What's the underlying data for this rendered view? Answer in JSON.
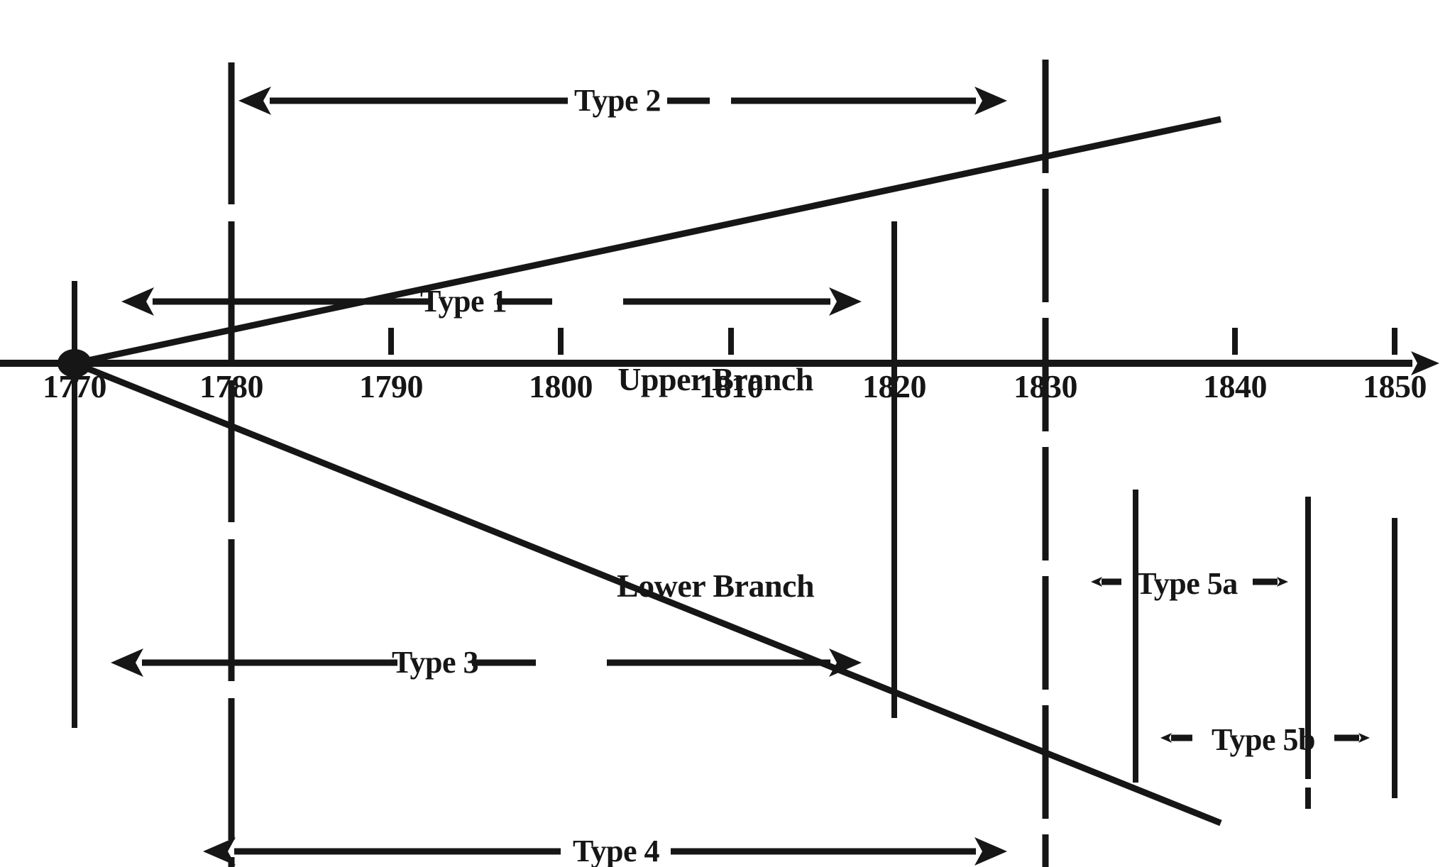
{
  "figure": {
    "kind": "timeline-branch-diagram",
    "background_color": "#ffffff",
    "ink_color": "#161616"
  },
  "axis": {
    "name": "year-axis",
    "orientation": "horizontal",
    "has_arrowhead_right": true,
    "origin_year": 1770,
    "ticks": [
      {
        "label": "1770",
        "year": 1770
      },
      {
        "label": "1780",
        "year": 1780
      },
      {
        "label": "1790",
        "year": 1790
      },
      {
        "label": "1800",
        "year": 1800
      },
      {
        "label": "1810",
        "year": 1810
      },
      {
        "label": "1820",
        "year": 1820
      },
      {
        "label": "1830",
        "year": 1830
      },
      {
        "label": "1840",
        "year": 1840
      },
      {
        "label": "1850",
        "year": 1850
      }
    ]
  },
  "branches": [
    {
      "id": "upper",
      "label": "Upper Branch",
      "direction": "ascending",
      "start_year": 1770,
      "end_year": 1837
    },
    {
      "id": "lower",
      "label": "Lower Branch",
      "direction": "descending",
      "start_year": 1770,
      "end_year": 1837
    }
  ],
  "spans": [
    {
      "id": "type-2",
      "label": "Type 2",
      "arrow_style": "double",
      "start_year": 1780,
      "end_year": 1829,
      "region": "above-upper-branch"
    },
    {
      "id": "type-1",
      "label": "Type 1",
      "arrow_style": "double",
      "start_year": 1772,
      "end_year": 1818,
      "region": "upper-branch"
    },
    {
      "id": "type-3",
      "label": "Type 3",
      "arrow_style": "double",
      "start_year": 1771,
      "end_year": 1818,
      "region": "lower-branch"
    },
    {
      "id": "type-4",
      "label": "Type 4",
      "arrow_style": "double",
      "start_year": 1779,
      "end_year": 1830,
      "region": "below-lower-branch"
    },
    {
      "id": "type-5a",
      "label": "Type 5a",
      "arrow_style": "double",
      "start_year": 1832,
      "end_year": 1846,
      "region": "lower-right"
    },
    {
      "id": "type-5b",
      "label": "Type 5b",
      "arrow_style": "double",
      "start_year": 1836,
      "end_year": 1852,
      "region": "lower-right"
    }
  ],
  "guide_lines": [
    {
      "id": "guide-1770",
      "at_year": 1770,
      "style": "solid"
    },
    {
      "id": "guide-1780",
      "at_year": 1780,
      "style": "dashed"
    },
    {
      "id": "guide-1820",
      "at_year": 1820,
      "style": "solid"
    },
    {
      "id": "guide-1830",
      "at_year": 1830,
      "style": "dashed"
    },
    {
      "id": "guide-1835",
      "at_year": 1835,
      "style": "solid"
    },
    {
      "id": "guide-1845",
      "at_year": 1845,
      "style": "dashed"
    },
    {
      "id": "guide-1850",
      "at_year": 1850,
      "style": "solid"
    }
  ],
  "labels": {
    "type_2": "Type 2",
    "type_1": "Type 1",
    "upper_branch": "Upper Branch",
    "lower_branch": "Lower Branch",
    "type_3": "Type 3",
    "type_4": "Type 4",
    "type_5a": "Type 5a",
    "type_5b": "Type 5b",
    "y1770": "1770",
    "y1780": "1780",
    "y1790": "1790",
    "y1800": "1800",
    "y1810": "1810",
    "y1820": "1820",
    "y1830": "1830",
    "y1840": "1840",
    "y1850": "1850"
  }
}
